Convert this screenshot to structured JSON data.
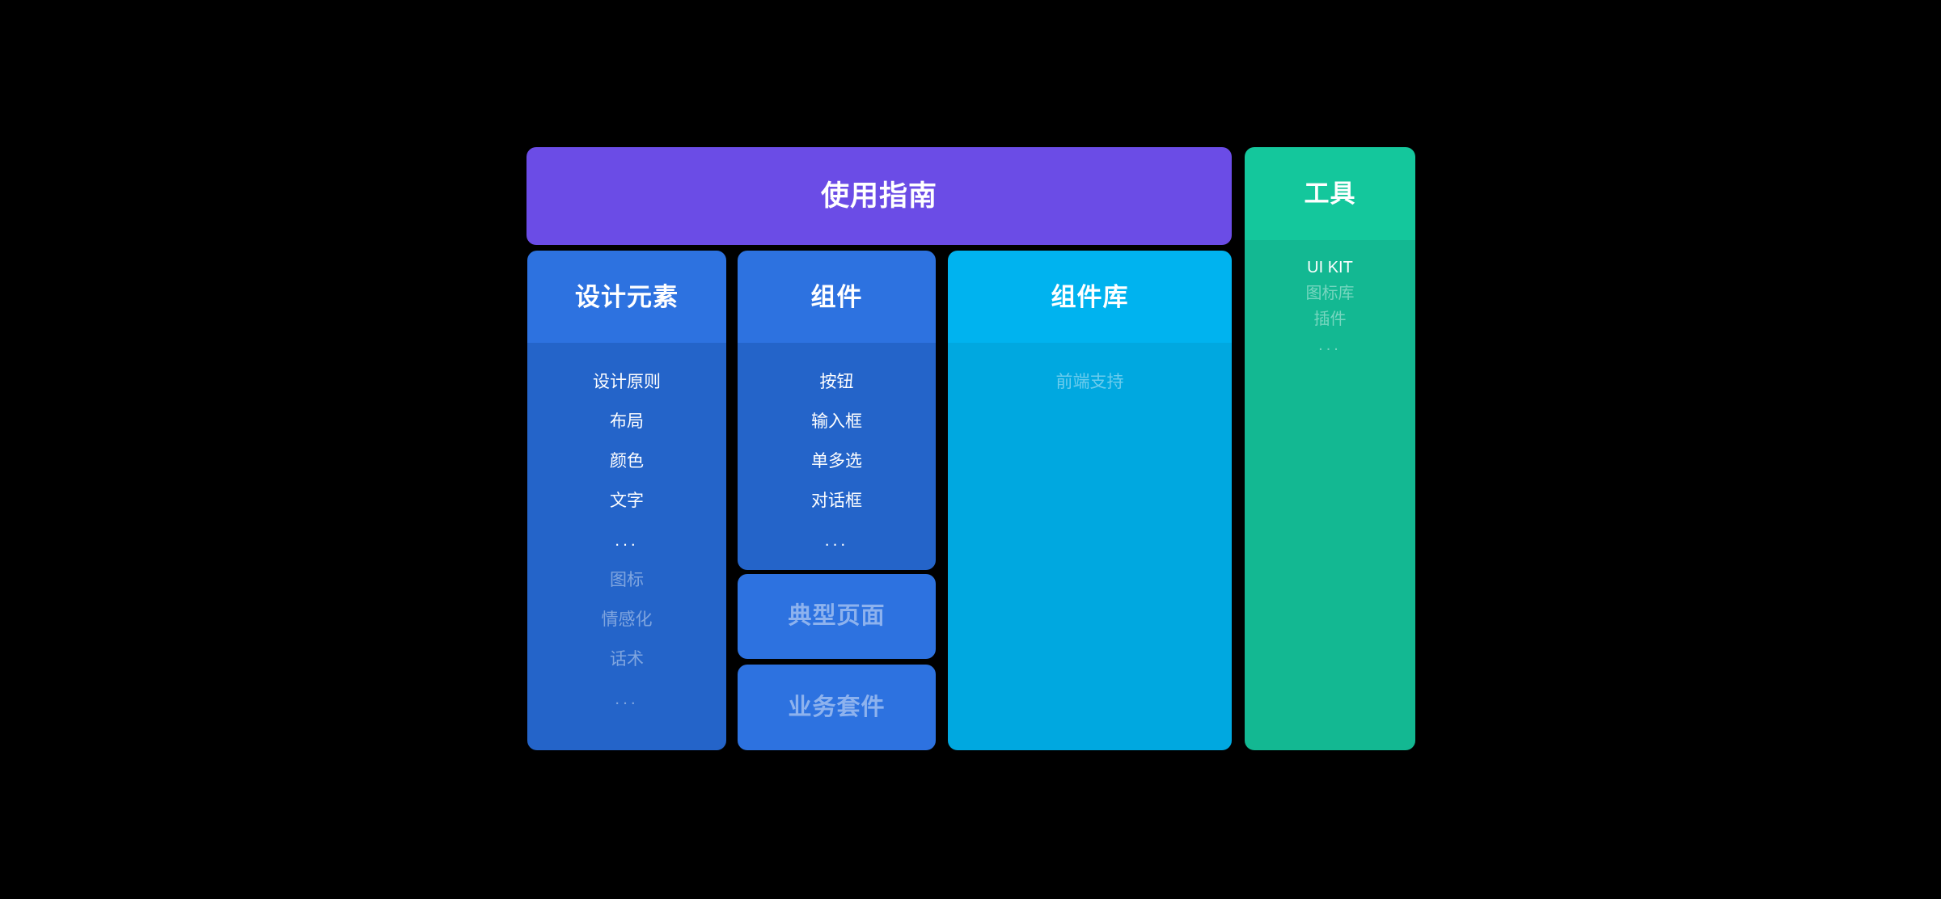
{
  "banner": {
    "title": "使用指南",
    "color": "#6b4ce6"
  },
  "columns": [
    {
      "key": "design",
      "title": "设计元素",
      "head_color": "#2d72e0",
      "body_color": "#2464c9",
      "items": [
        {
          "label": "设计原则",
          "dim": false
        },
        {
          "label": "布局",
          "dim": false
        },
        {
          "label": "颜色",
          "dim": false
        },
        {
          "label": "文字",
          "dim": false
        },
        {
          "label": "...",
          "dim": false
        },
        {
          "label": "图标",
          "dim": true
        },
        {
          "label": "情感化",
          "dim": true
        },
        {
          "label": "话术",
          "dim": true
        },
        {
          "label": "...",
          "dim": true
        }
      ]
    },
    {
      "key": "components",
      "title": "组件",
      "head_color": "#2d72e0",
      "body_color": "#2464c9",
      "items": [
        {
          "label": "按钮",
          "dim": false
        },
        {
          "label": "输入框",
          "dim": false
        },
        {
          "label": "单多选",
          "dim": false
        },
        {
          "label": "对话框",
          "dim": false
        },
        {
          "label": "...",
          "dim": false
        }
      ]
    },
    {
      "key": "library",
      "title": "组件库",
      "head_color": "#00b3ef",
      "body_color": "#00a8e0",
      "items": [
        {
          "label": "前端支持",
          "dim": true
        }
      ]
    },
    {
      "key": "tools",
      "title": "工具",
      "head_color": "#14c79c",
      "body_color": "#13b892",
      "items": [
        {
          "label": "UI KIT",
          "dim": false
        },
        {
          "label": "图标库",
          "dim": true
        },
        {
          "label": "插件",
          "dim": true
        },
        {
          "label": "...",
          "dim": true
        }
      ]
    }
  ],
  "stack_cards": [
    {
      "key": "typical",
      "label": "典型页面",
      "color": "#2d72e0"
    },
    {
      "key": "business",
      "label": "业务套件",
      "color": "#2d72e0"
    }
  ],
  "background": "#000000"
}
